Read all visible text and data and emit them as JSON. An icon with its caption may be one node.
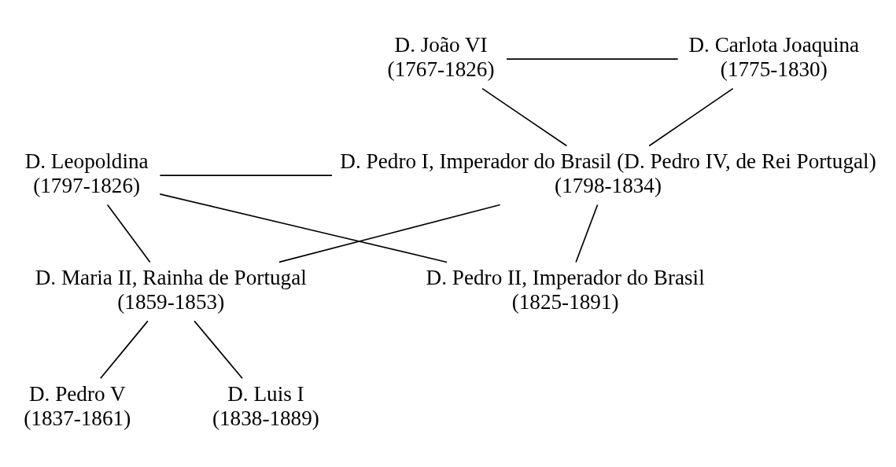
{
  "diagram": {
    "nodes": [
      {
        "text": [
          "D. João VI",
          "(1767-1826)"
        ]
      },
      {
        "text": [
          "D. Carlota Joaquina",
          "(1775-1830)"
        ]
      },
      {
        "text": [
          "D. Leopoldina",
          "(1797-1826)"
        ]
      },
      {
        "text": [
          "D. Pedro I, Imperador do Brasil (D. Pedro IV, de Rei Portugal)",
          "(1798-1834)"
        ]
      },
      {
        "text": [
          "D. Maria II, Rainha de Portugal",
          "(1859-1853)"
        ]
      },
      {
        "text": [
          "D. Pedro II, Imperador do Brasil",
          "(1825-1891)"
        ]
      },
      {
        "text": [
          "D. Pedro V",
          "(1837-1861)"
        ]
      },
      {
        "text": [
          "D. Luis I",
          "(1838-1889)"
        ]
      }
    ],
    "edges": [
      {
        "from": 0,
        "to": 1,
        "arrow": "none"
      },
      {
        "from": 0,
        "to": 3,
        "arrow": "none"
      },
      {
        "from": 1,
        "to": 3,
        "arrow": "none"
      },
      {
        "from": 2,
        "to": 3,
        "arrow": "none"
      },
      {
        "from": 2,
        "to": 4,
        "arrow": "none"
      },
      {
        "from": 3,
        "to": 4,
        "arrow": "none"
      },
      {
        "from": 2,
        "to": 5,
        "arrow": "none"
      },
      {
        "from": 3,
        "to": 5,
        "arrow": "none"
      },
      {
        "from": 4,
        "to": 6,
        "arrow": "none"
      },
      {
        "from": 4,
        "to": 7,
        "arrow": "none"
      }
    ]
  }
}
